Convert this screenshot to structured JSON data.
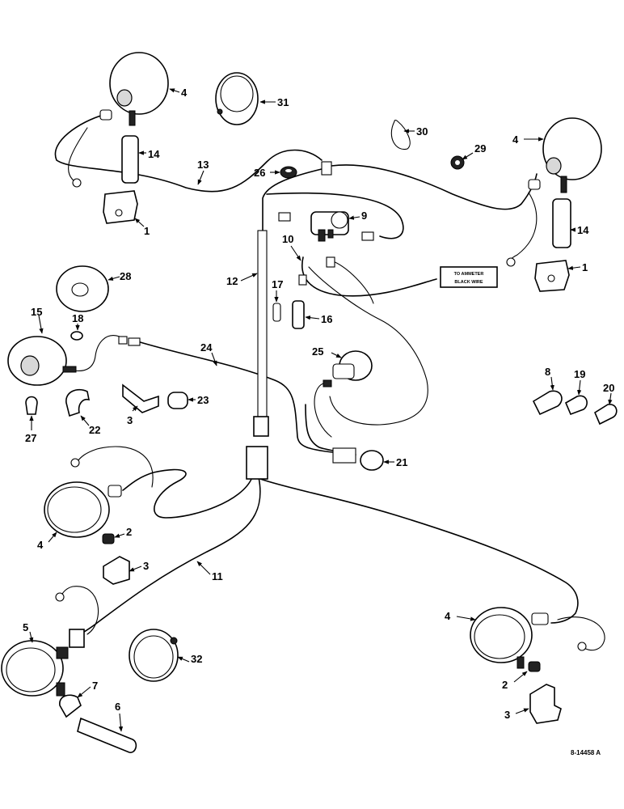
{
  "callouts": {
    "c1a": "1",
    "c1b": "1",
    "c2a": "2",
    "c2b": "2",
    "c3a": "3",
    "c3b": "3",
    "c3c": "3",
    "c4a": "4",
    "c4b": "4",
    "c4c": "4",
    "c4d": "4",
    "c5": "5",
    "c6": "6",
    "c7": "7",
    "c8": "8",
    "c9": "9",
    "c10": "10",
    "c11": "11",
    "c12": "12",
    "c13": "13",
    "c14a": "14",
    "c14b": "14",
    "c15": "15",
    "c16": "16",
    "c17": "17",
    "c18": "18",
    "c19": "19",
    "c20": "20",
    "c21": "21",
    "c22": "22",
    "c23": "23",
    "c24": "24",
    "c25": "25",
    "c26": "26",
    "c27": "27",
    "c28": "28",
    "c29": "29",
    "c30": "30",
    "c31": "31",
    "c32": "32"
  },
  "note": {
    "line1": "TO AMMETER",
    "line2": "BLACK WIRE"
  },
  "drawing_ref": "8-14458 A"
}
